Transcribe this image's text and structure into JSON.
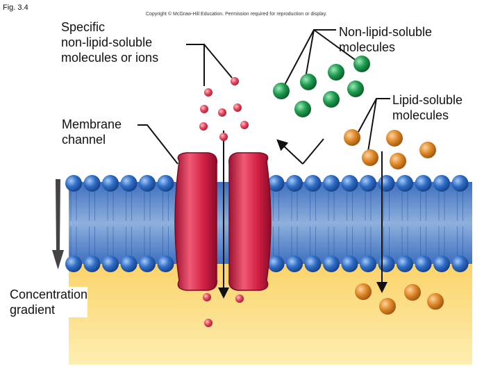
{
  "figure_label": "Fig. 3.4",
  "copyright": "Copyright © McGraw-Hill Education. Permission required for reproduction or display.",
  "labels": {
    "specific_ions": [
      "Specific",
      "non-lipid-soluble",
      "molecules or ions"
    ],
    "non_lipid": [
      "Non-lipid-soluble",
      "molecules"
    ],
    "lipid": [
      "Lipid-soluble",
      "molecules"
    ],
    "channel": [
      "Membrane",
      "channel"
    ],
    "gradient": [
      "Concentration",
      "gradient"
    ]
  },
  "colors": {
    "ion": "#e8495e",
    "non_lipid_molecule": "#1f9e50",
    "lipid_molecule": "#e08a28",
    "channel_protein": "#d01e42",
    "phospholipid_head": "#2f6ec8",
    "tail_region": "#6a8ec8",
    "intracellular_fluid": "#fbd36a"
  }
}
